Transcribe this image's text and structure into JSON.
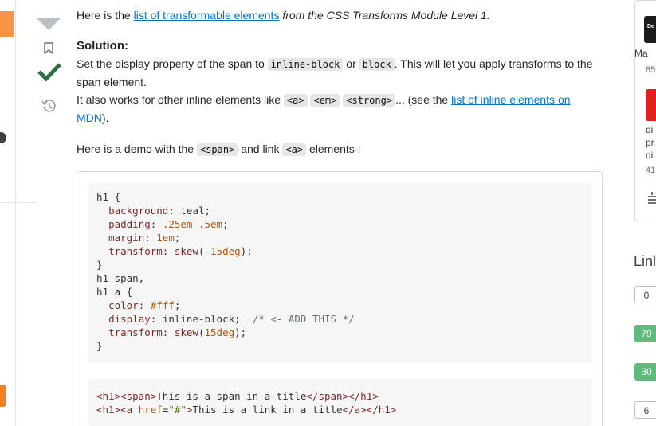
{
  "answer": {
    "top_line": {
      "prefix": "Here is the ",
      "link": "list of transformable elements",
      "suffix": " from the CSS Transforms Module Level 1."
    },
    "solution_label": "Solution:",
    "set_para": {
      "t1": "Set the display property of the span to ",
      "code1": "inline-block",
      "t2": " or ",
      "code2": "block",
      "t3": ". This will let you apply transforms to the span element."
    },
    "also_para": {
      "t1": "It also works for other inline elements like ",
      "code1": "<a>",
      "code2": "<em>",
      "code3": "<strong>",
      "t2": "... (see the ",
      "link": "list of inline elements on MDN",
      "t3": ")."
    },
    "demo_para": {
      "t1": "Here is a demo with the ",
      "code1": "<span>",
      "t2": " and link ",
      "code2": "<a>",
      "t3": " elements :"
    }
  },
  "snippet": {
    "css": {
      "l1_sel": "h1 {",
      "l2_prop": "background",
      "l2_val": "teal",
      "l3_prop": "padding",
      "l3_val": ".25em .5em",
      "l4_prop": "margin",
      "l4_val": "1em",
      "l5_prop": "transform",
      "l5_fn": "skew",
      "l5_arg": "-15deg",
      "l6": "}",
      "l7_sel": "h1 span,",
      "l8_sel": "h1 a {",
      "l9_prop": "color",
      "l9_val": "#fff",
      "l10_prop": "display",
      "l10_val": "inline-block",
      "l10_comment": "/* <- ADD THIS */",
      "l11_prop": "transform",
      "l11_fn": "skew",
      "l11_arg": "15deg",
      "l12": "}"
    },
    "html": {
      "line1": {
        "open_h1": "<h1>",
        "open_span": "<span>",
        "text": "This is a span in a title",
        "close_span": "</span>",
        "close_h1": "</h1>"
      },
      "line2": {
        "open_h1": "<h1>",
        "a_open": "<a ",
        "attr": "href",
        "eq": "=",
        "val": "\"#\"",
        "a_end": ">",
        "text": "This is a link in a title",
        "close_a": "</a>",
        "close_h1": "</h1>"
      }
    }
  },
  "sidebar": {
    "dark_badge": "De",
    "text_ma": "Ma",
    "num_85": "85",
    "text_di": "di",
    "text_pr": "pr",
    "text_dig": "di",
    "num_41": "41",
    "links_title": "Linl",
    "badges": [
      "0",
      "79",
      "30",
      "6"
    ]
  },
  "colors": {
    "link": "#0074cc",
    "accepted": "#2f6f44",
    "orange": "#f48024",
    "badge_green": "#5eba7d"
  },
  "icons": [
    "vote-down-icon",
    "bookmark-icon",
    "accepted-check-icon",
    "history-icon"
  ]
}
